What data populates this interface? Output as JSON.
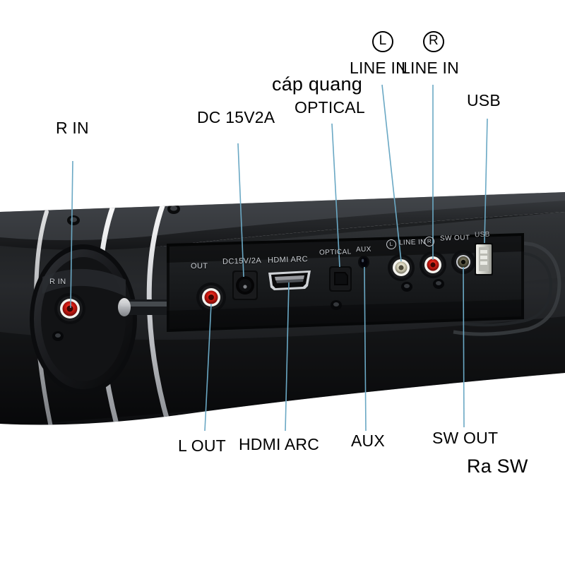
{
  "image": {
    "subject": "soundbar-rear-connection-panel",
    "background_color": "#ffffff",
    "leader_line_color": "#6aa8c4",
    "body_color": "#17181a",
    "accent_chrome": "#d8dade"
  },
  "callouts": {
    "top": [
      {
        "id": "r-in",
        "text": "R IN",
        "size": "lg"
      },
      {
        "id": "dc",
        "text": "DC 15V2A",
        "size": "lg"
      },
      {
        "id": "cap-quang",
        "text": "cáp quang",
        "size": "xl"
      },
      {
        "id": "optical",
        "text": "OPTICAL",
        "size": "lg"
      },
      {
        "id": "line-in-l",
        "text": "LINE IN",
        "size": "lg",
        "badge": "L"
      },
      {
        "id": "line-in-r",
        "text": "LINE IN",
        "size": "lg",
        "badge": "R"
      },
      {
        "id": "usb",
        "text": "USB",
        "size": "lg"
      }
    ],
    "bottom": [
      {
        "id": "l-out",
        "text": "L OUT",
        "size": "lg"
      },
      {
        "id": "hdmi-arc",
        "text": "HDMI ARC",
        "size": "lg"
      },
      {
        "id": "aux",
        "text": "AUX",
        "size": "lg"
      },
      {
        "id": "sw-out",
        "text": "SW OUT",
        "size": "lg"
      },
      {
        "id": "ra-sw",
        "text": "Ra SW",
        "size": "xl"
      }
    ]
  },
  "device_labels": [
    {
      "id": "dev-r-in",
      "text": "R IN"
    },
    {
      "id": "dev-l-out",
      "text": "OUT"
    },
    {
      "id": "dev-dc",
      "text": "DC15V/2A"
    },
    {
      "id": "dev-hdmi",
      "text": "HDMI ARC"
    },
    {
      "id": "dev-optical",
      "text": "OPTICAL"
    },
    {
      "id": "dev-aux",
      "text": "AUX"
    },
    {
      "id": "dev-linein",
      "text": "LINE IN"
    },
    {
      "id": "dev-swout",
      "text": "SW OUT"
    },
    {
      "id": "dev-usb",
      "text": "USB"
    }
  ],
  "device_label_badges": {
    "left": "L",
    "right": "R"
  },
  "ports": [
    {
      "id": "rca-r-in",
      "type": "rca",
      "color": "#d21b12"
    },
    {
      "id": "rca-l-out",
      "type": "rca",
      "color": "#d21b12"
    },
    {
      "id": "dc-jack",
      "type": "barrel",
      "color": "#0a0a0a"
    },
    {
      "id": "hdmi",
      "type": "hdmi",
      "color": "#cfd2d6"
    },
    {
      "id": "optical",
      "type": "toslink",
      "color": "#0a0a0a"
    },
    {
      "id": "aux",
      "type": "minijack",
      "color": "#05050a"
    },
    {
      "id": "rca-line-l",
      "type": "rca",
      "color": "#e8e8e4"
    },
    {
      "id": "rca-line-r",
      "type": "rca",
      "color": "#d21b12"
    },
    {
      "id": "sw-out",
      "type": "minijack",
      "color": "#6f6c5e"
    },
    {
      "id": "usb",
      "type": "usb",
      "color": "#e6e7e2"
    }
  ]
}
